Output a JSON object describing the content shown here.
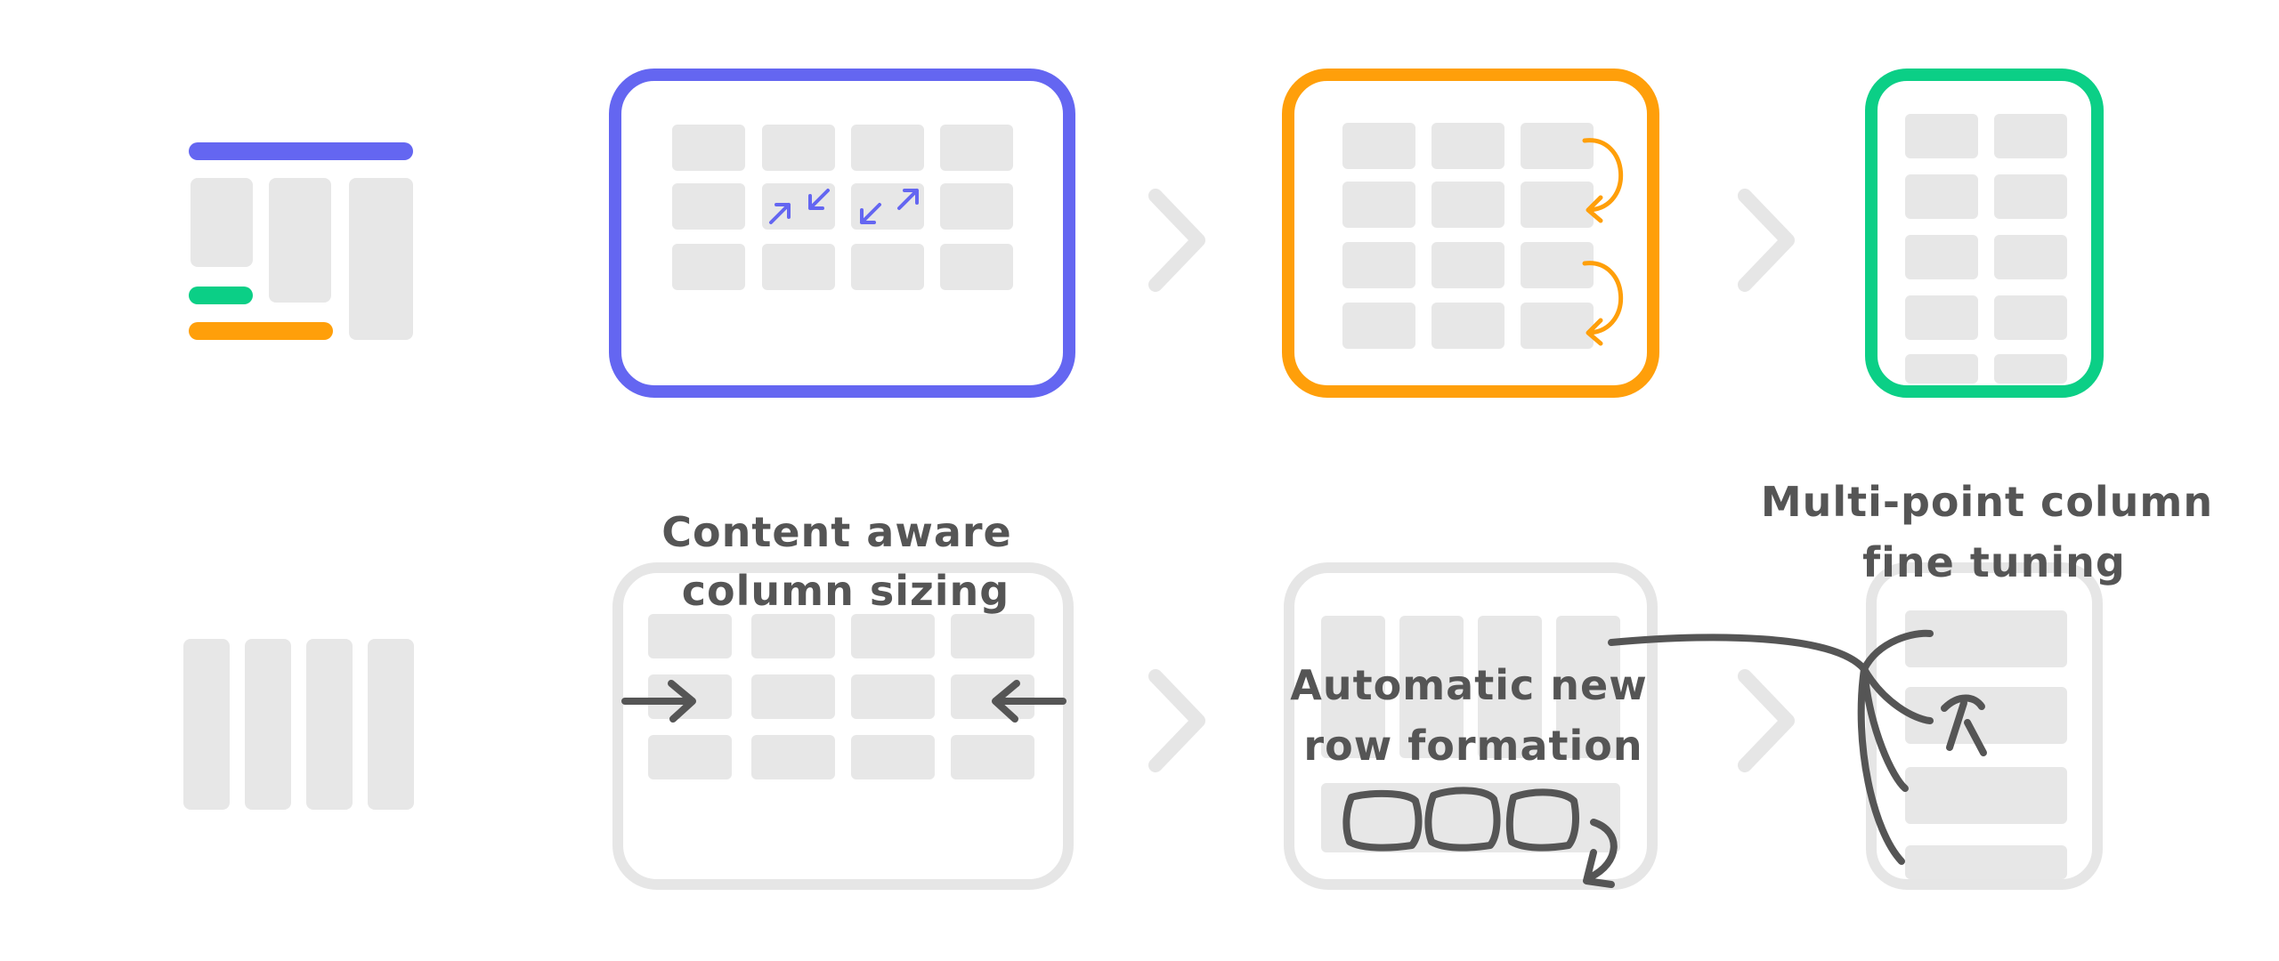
{
  "colors": {
    "purple": "#6466F1",
    "orange": "#FF9F0A",
    "green": "#0BCF86",
    "cell": "#E7E7E7",
    "frame_gray": "#E6E6E6",
    "chevron": "#E6E6E6",
    "ink": "#555555"
  },
  "icons": {
    "shrink_arrows": "shrink-arrows-icon",
    "expand_arrows": "expand-arrows-icon",
    "wrap_arrow": "curved-wrap-arrow-icon",
    "chevron": "chevron-right-icon",
    "push_arrow": "inward-arrow-icon"
  },
  "labels": {
    "content_aware_line1": "Content aware",
    "content_aware_line2": "column sizing",
    "automatic_line1": "Automatic new",
    "automatic_line2": "row formation",
    "multipoint_line1": "Multi-point column",
    "multipoint_line2": "fine tuning"
  }
}
